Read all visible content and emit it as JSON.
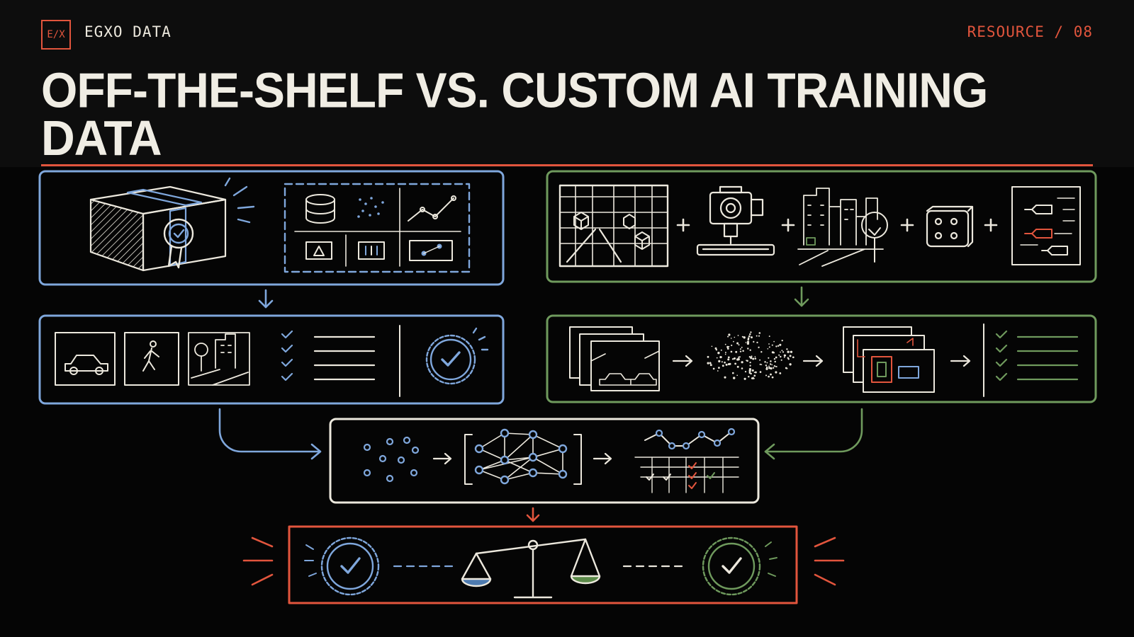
{
  "header": {
    "logo": "E/X",
    "brand": "EGXO DATA",
    "resource": "RESOURCE / 08"
  },
  "title": "OFF-THE-SHELF VS. CUSTOM AI TRAINING DATA",
  "colors": {
    "background": "#050505",
    "header_band": "#0d0d0d",
    "accent_red": "#e2553d",
    "off_the_shelf_blue": "#7fa7dc",
    "custom_green": "#6f9a5d",
    "neutral_cream": "#ece8dd"
  },
  "icons": {
    "off_the_shelf_package": [
      "box-icon",
      "seal-badge-icon",
      "database-icon",
      "scatter-icon",
      "line-chart-icon",
      "triangle-icon",
      "bars-icon",
      "points-icon"
    ],
    "off_the_shelf_labels": [
      "car-icon",
      "pedestrian-icon",
      "street-scene-icon",
      "checklist-icon",
      "approved-badge-icon"
    ],
    "custom_sources": [
      "synthetic-grid-scene-icon",
      "camera-rig-icon",
      "cityscape-icon",
      "dice-icon",
      "tag-list-icon"
    ],
    "custom_pipeline": [
      "image-stack-icon",
      "point-cloud-icon",
      "annotated-frames-icon",
      "checklist-icon"
    ],
    "training": [
      "data-points-icon",
      "neural-network-icon",
      "eval-chart-icon"
    ],
    "decision": [
      "blue-check-badge-icon",
      "balance-scale-icon",
      "green-check-badge-icon"
    ]
  }
}
